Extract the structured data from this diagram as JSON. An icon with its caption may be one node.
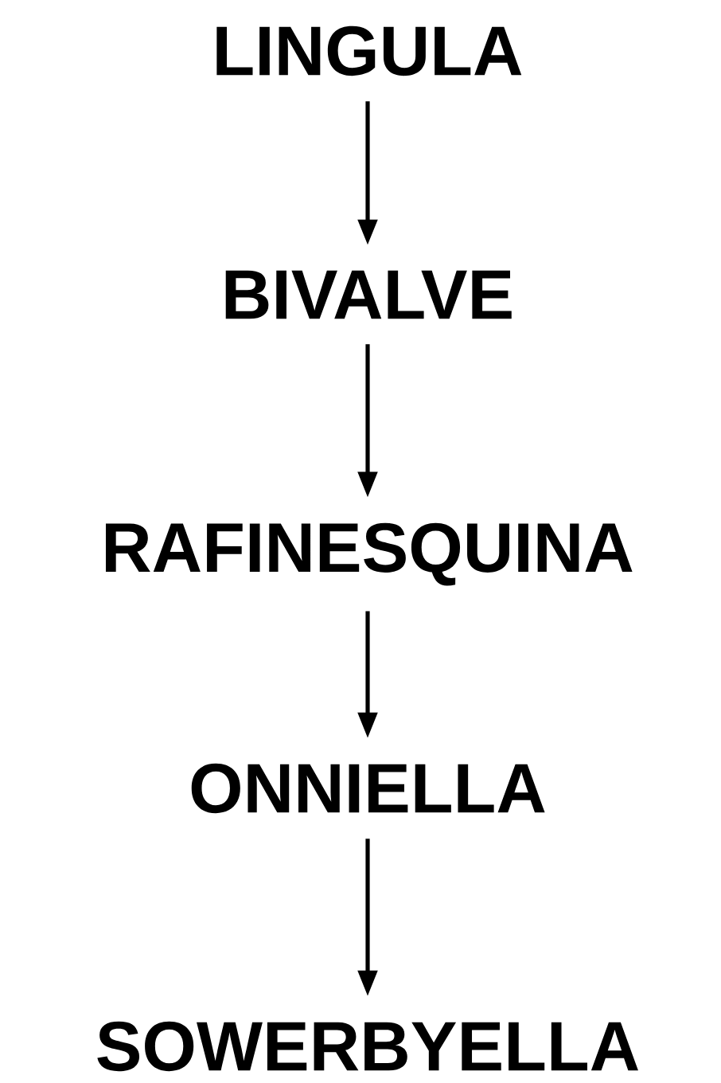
{
  "diagram": {
    "nodes": [
      {
        "text": [
          "LINGULA"
        ]
      },
      {
        "text": [
          "BIVALVE"
        ]
      },
      {
        "text": [
          "RAFINESQUINA"
        ]
      },
      {
        "text": [
          "ONNIELLA"
        ]
      },
      {
        "text": [
          "SOWERBYELLA"
        ]
      }
    ],
    "edges": [
      {
        "from": 0,
        "to": 1,
        "arrow": "to"
      },
      {
        "from": 1,
        "to": 2,
        "arrow": "to"
      },
      {
        "from": 2,
        "to": 3,
        "arrow": "to"
      },
      {
        "from": 3,
        "to": 4,
        "arrow": "to"
      }
    ]
  }
}
